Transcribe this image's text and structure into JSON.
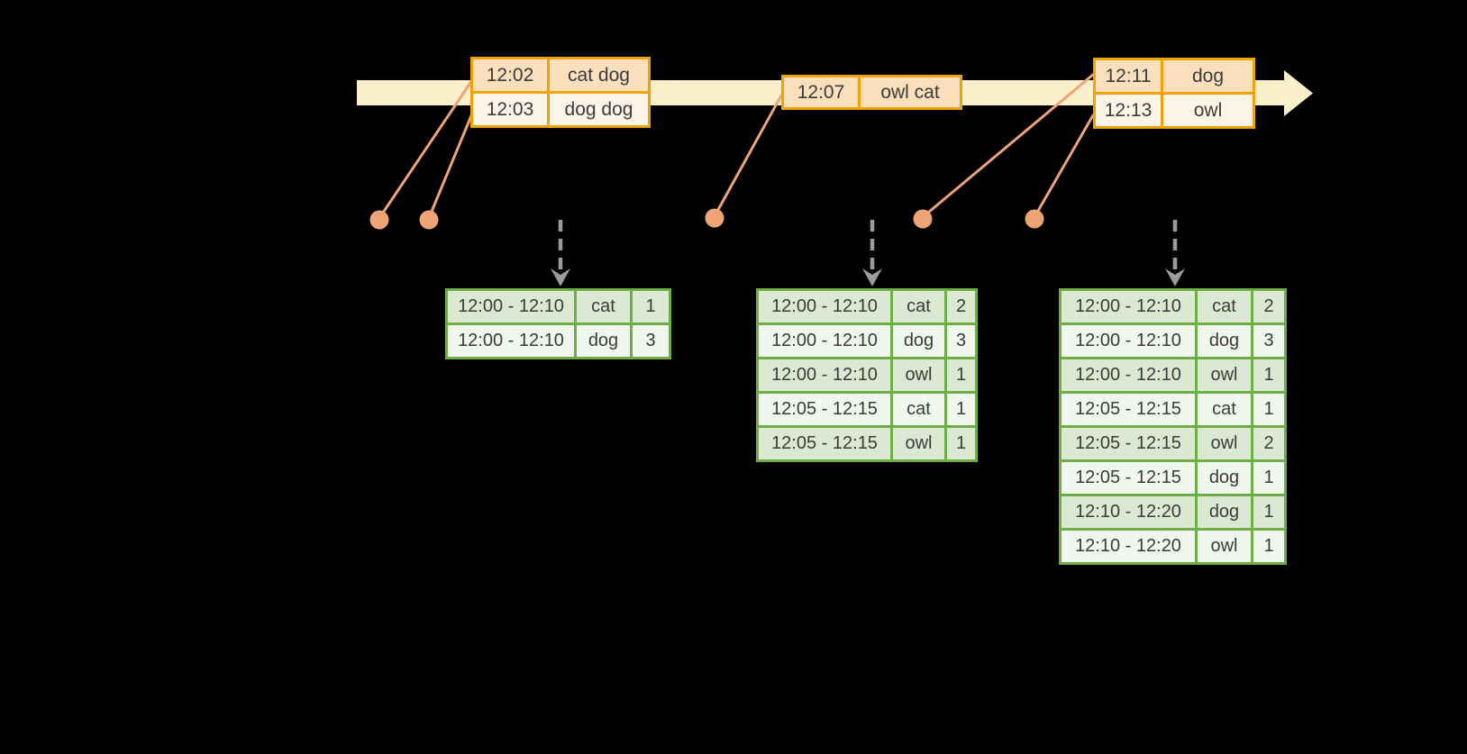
{
  "colors": {
    "background": "#000000",
    "timeline_band": "#fbf0c9",
    "event_table_border": "#f0a202",
    "event_row_fill_a": "#fadfbd",
    "event_row_fill_b": "#fdf5e8",
    "connector_orange": "#efa476",
    "trigger_arrow_gray": "#9b9b9b",
    "result_table_border": "#6fae46",
    "result_row_fill_a": "#dbe8d2",
    "result_row_fill_b": "#f1f6ee",
    "text": "#3b3b3b"
  },
  "timeline": {
    "events": [
      {
        "time": "12:02",
        "words": "cat dog"
      },
      {
        "time": "12:03",
        "words": "dog dog"
      },
      {
        "time": "12:07",
        "words": "owl cat"
      },
      {
        "time": "12:11",
        "words": "dog"
      },
      {
        "time": "12:13",
        "words": "owl"
      }
    ]
  },
  "result_tables": [
    {
      "rows": [
        {
          "window": "12:00 - 12:10",
          "word": "cat",
          "count": 1
        },
        {
          "window": "12:00 - 12:10",
          "word": "dog",
          "count": 3
        }
      ]
    },
    {
      "rows": [
        {
          "window": "12:00 - 12:10",
          "word": "cat",
          "count": 2
        },
        {
          "window": "12:00 - 12:10",
          "word": "dog",
          "count": 3
        },
        {
          "window": "12:00 - 12:10",
          "word": "owl",
          "count": 1
        },
        {
          "window": "12:05 - 12:15",
          "word": "cat",
          "count": 1
        },
        {
          "window": "12:05 - 12:15",
          "word": "owl",
          "count": 1
        }
      ]
    },
    {
      "rows": [
        {
          "window": "12:00 - 12:10",
          "word": "cat",
          "count": 2
        },
        {
          "window": "12:00 - 12:10",
          "word": "dog",
          "count": 3
        },
        {
          "window": "12:00 - 12:10",
          "word": "owl",
          "count": 1
        },
        {
          "window": "12:05 - 12:15",
          "word": "cat",
          "count": 1
        },
        {
          "window": "12:05 - 12:15",
          "word": "owl",
          "count": 2
        },
        {
          "window": "12:05 - 12:15",
          "word": "dog",
          "count": 1
        },
        {
          "window": "12:10 - 12:20",
          "word": "dog",
          "count": 1
        },
        {
          "window": "12:10 - 12:20",
          "word": "owl",
          "count": 1
        }
      ]
    }
  ]
}
